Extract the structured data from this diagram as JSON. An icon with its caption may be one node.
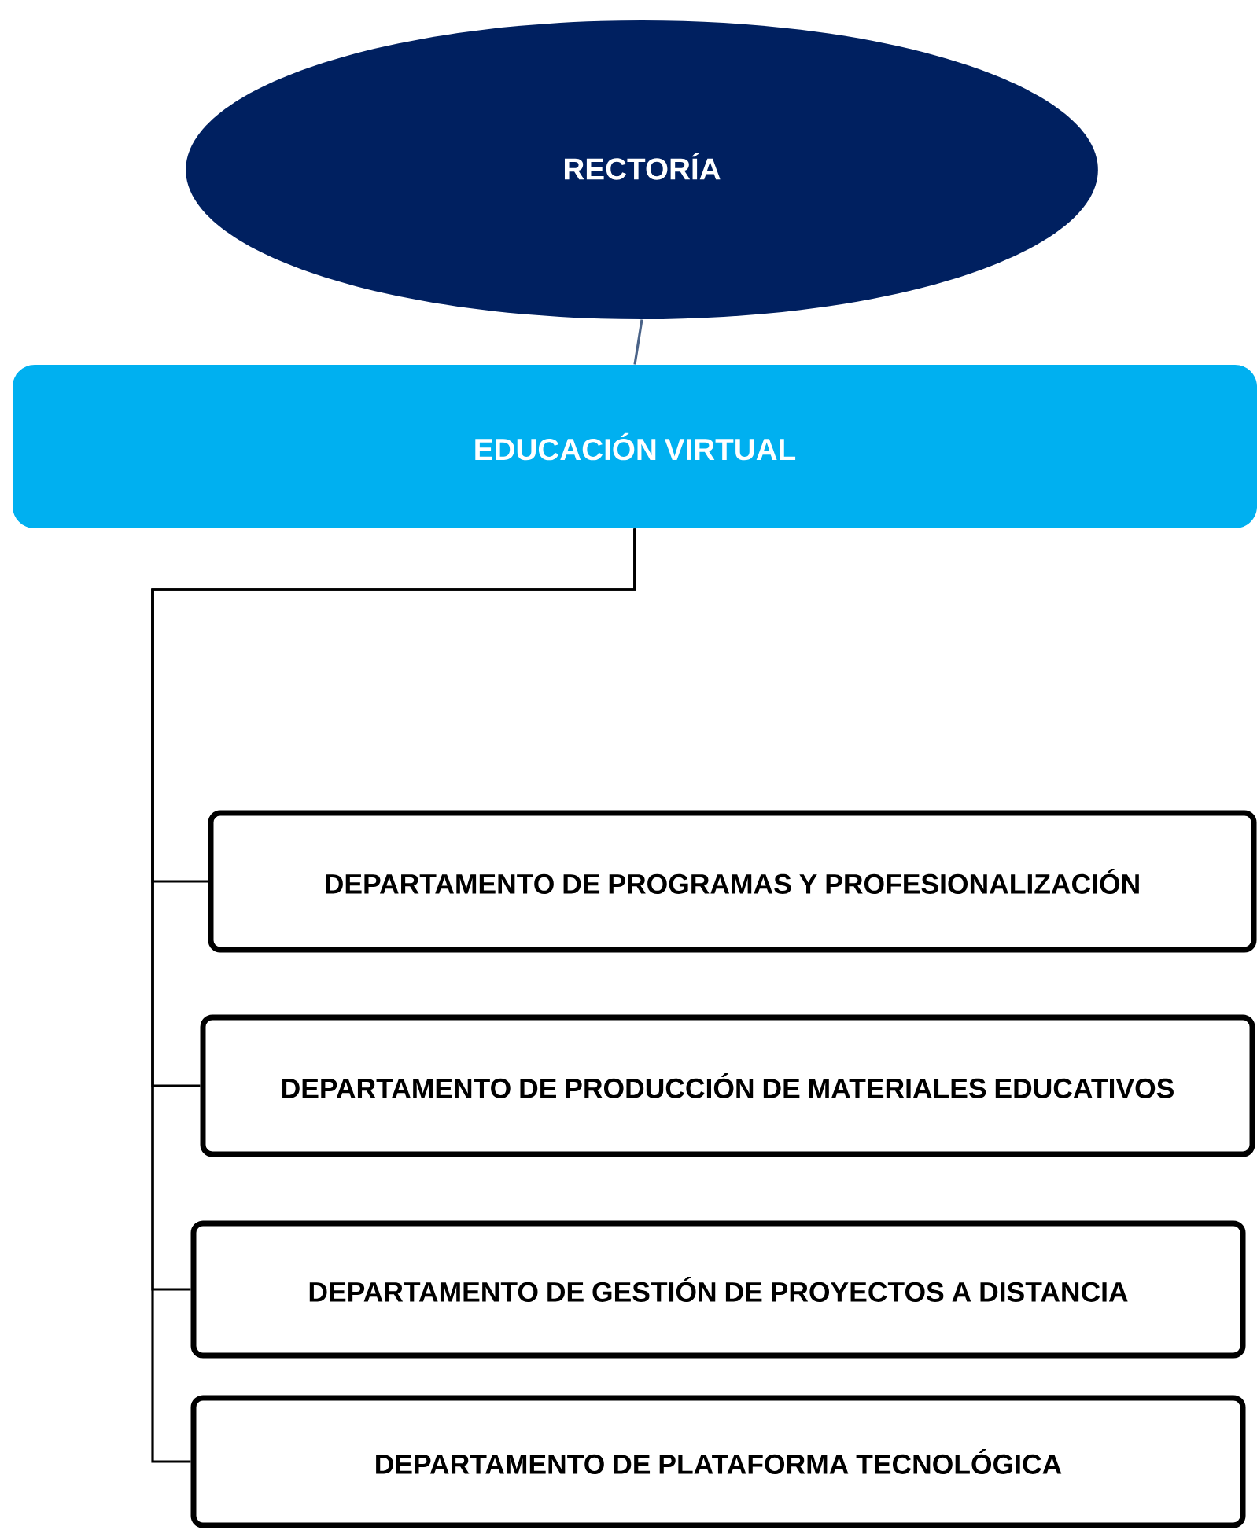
{
  "diagram": {
    "nodes": [
      {
        "text": [
          "RECTORÍA"
        ]
      },
      {
        "text": [
          "EDUCACIÓN VIRTUAL"
        ]
      },
      {
        "text": [
          "DEPARTAMENTO DE PROGRAMAS Y PROFESIONALIZACIÓN"
        ]
      },
      {
        "text": [
          "DEPARTAMENTO DE PRODUCCIÓN DE MATERIALES EDUCATIVOS"
        ]
      },
      {
        "text": [
          "DEPARTAMENTO DE GESTIÓN DE PROYECTOS A DISTANCIA"
        ]
      },
      {
        "text": [
          "DEPARTAMENTO DE PLATAFORMA TECNOLÓGICA"
        ]
      }
    ],
    "edges": [
      {
        "from": 0,
        "to": 1,
        "arrow": "none",
        "color": "#4a6388"
      },
      {
        "from": 1,
        "to": 2,
        "arrow": "none"
      },
      {
        "from": 1,
        "to": 3,
        "arrow": "none"
      },
      {
        "from": 1,
        "to": 4,
        "arrow": "none"
      },
      {
        "from": 1,
        "to": 5,
        "arrow": "none"
      }
    ]
  }
}
